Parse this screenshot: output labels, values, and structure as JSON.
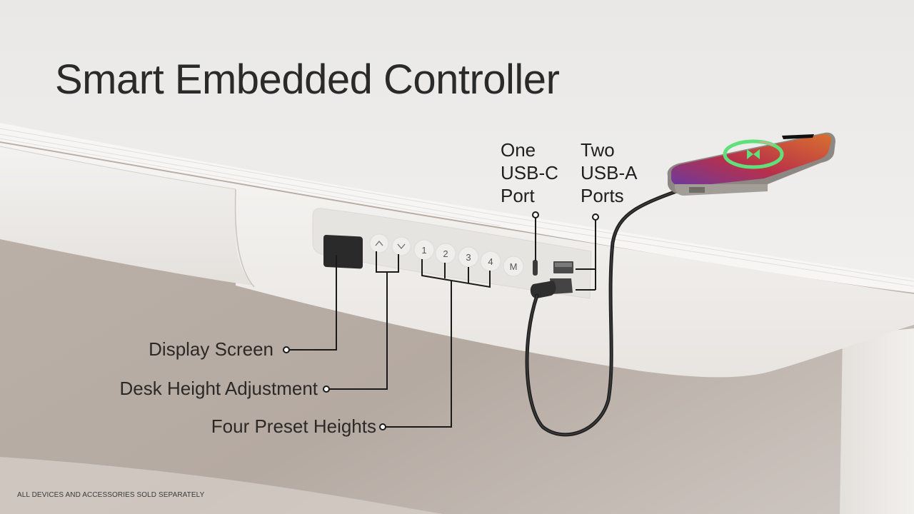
{
  "headline": "Smart Embedded Controller",
  "controller": {
    "buttons": [
      {
        "id": "up",
        "label": "^",
        "icon": "chevron-up-icon"
      },
      {
        "id": "down",
        "label": "v",
        "icon": "chevron-down-icon"
      },
      {
        "id": "preset1",
        "label": "1"
      },
      {
        "id": "preset2",
        "label": "2"
      },
      {
        "id": "preset3",
        "label": "3"
      },
      {
        "id": "preset4",
        "label": "4"
      },
      {
        "id": "memory",
        "label": "M"
      }
    ]
  },
  "callouts": {
    "display_screen": "Display Screen",
    "desk_height_adjustment": "Desk Height Adjustment",
    "four_preset_heights": "Four Preset Heights",
    "usb_c": [
      "One",
      "USB-C",
      "Port"
    ],
    "usb_a": [
      "Two",
      "USB-A",
      "Ports"
    ]
  },
  "phone": {
    "charging_icon": "charging-bolt-icon",
    "ring_color": "#5fe07a"
  },
  "disclaimer": "ALL DEVICES AND ACCESSORIES SOLD SEPARATELY",
  "colors": {
    "desk_top": "#ecebea",
    "desk_edge": "#f4f3f1",
    "background_floor": "#b8aea6",
    "text_dark": "#2a2a2a",
    "callout_line": "#1a1a1a"
  }
}
